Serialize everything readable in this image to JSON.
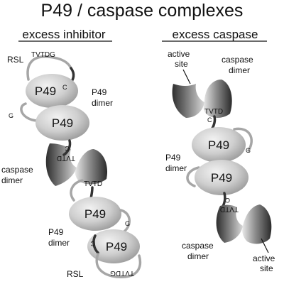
{
  "title": "P49 / caspase complexes",
  "left_panel": {
    "heading": "excess inhibitor",
    "rsl_top": "RSL",
    "tvtdg_top": "TVTDG",
    "c_label": "C",
    "p49_label": "P49",
    "p49_dimer_1": "P49\ndimer",
    "g_label": "G",
    "tvtd": "TVTD",
    "caspase_dimer": "caspase\ndimer",
    "p49_dimer_2": "P49\ndimer",
    "rsl_bottom": "RSL",
    "tvtdg_bottom": "TVTDG"
  },
  "right_panel": {
    "heading": "excess caspase",
    "active_site_top": "active\nsite",
    "caspase_dimer_top": "caspase\ndimer",
    "tvtd": "TVTD",
    "c_label": "C",
    "p49_label": "P49",
    "g_label": "G",
    "p49_dimer": "P49\ndimer",
    "caspase_dimer_bottom": "caspase\ndimer",
    "active_site_bottom": "active\nsite"
  },
  "colors": {
    "text": "#111111",
    "loop": "#a6a6a6",
    "strand": "#333333"
  }
}
